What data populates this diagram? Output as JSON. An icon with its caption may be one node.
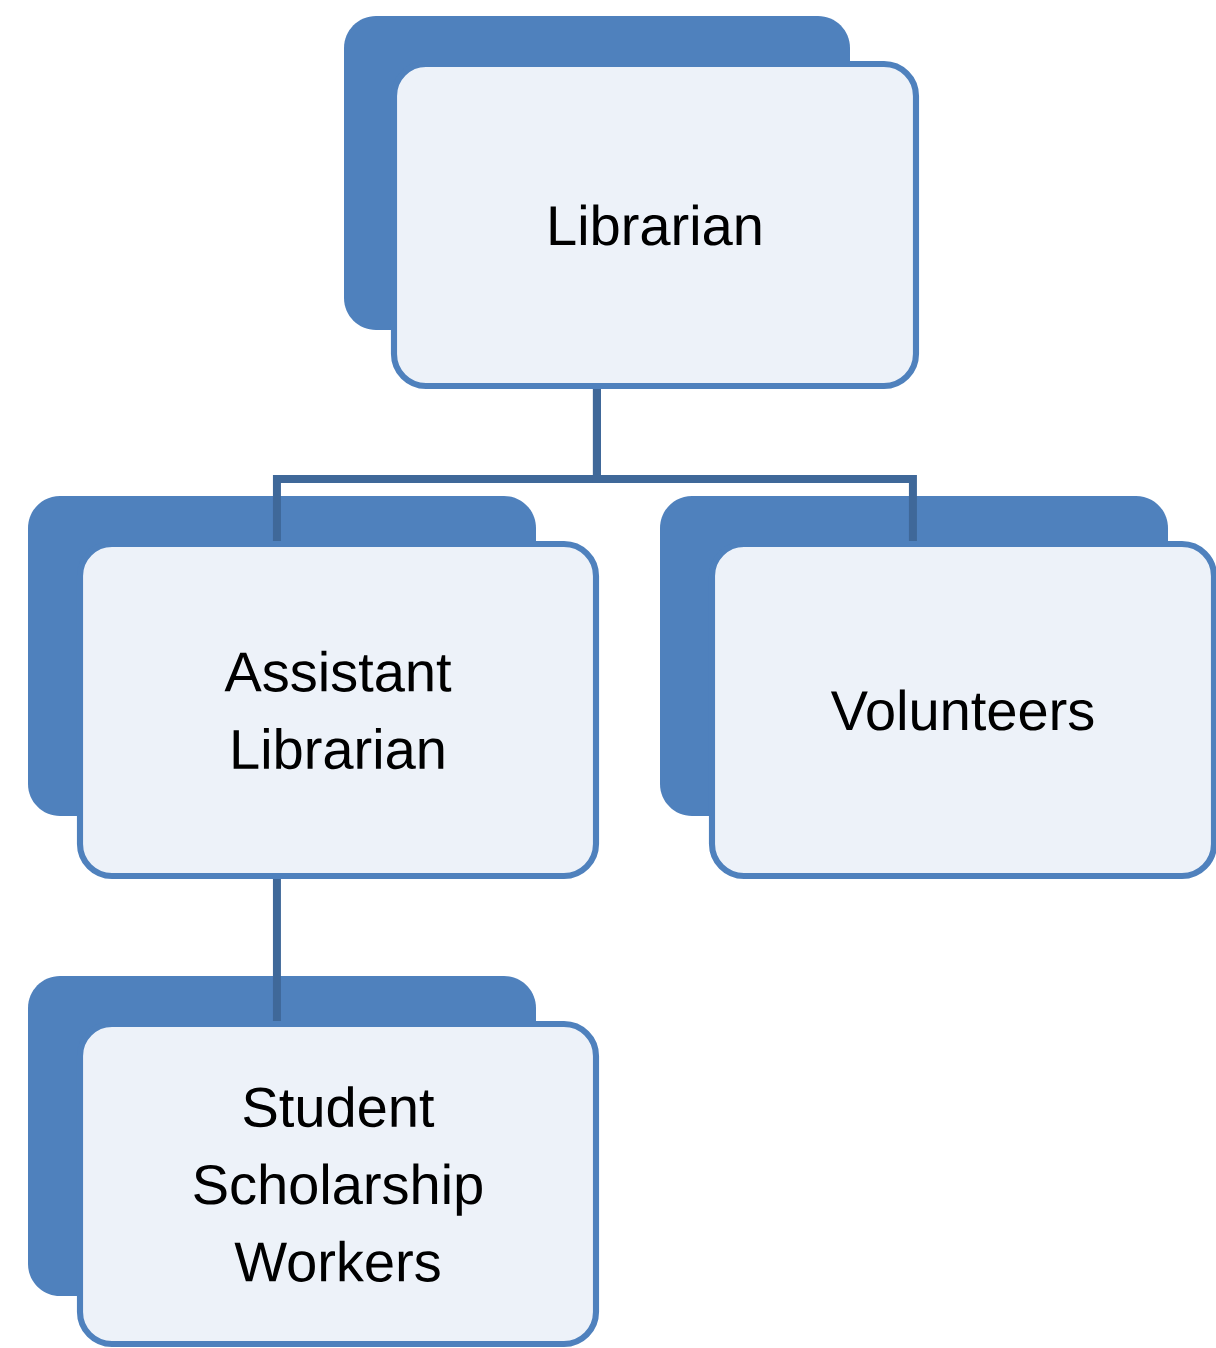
{
  "diagram": {
    "nodes": [
      {
        "text": [
          "Librarian"
        ]
      },
      {
        "text": [
          "Assistant Librarian"
        ]
      },
      {
        "text": [
          "Volunteers"
        ]
      },
      {
        "text": [
          "Student Scholarship Workers"
        ]
      }
    ],
    "edges": [
      {
        "from": 0,
        "to": 1,
        "arrow": "none"
      },
      {
        "from": 0,
        "to": 2,
        "arrow": "none"
      },
      {
        "from": 1,
        "to": 3,
        "arrow": "none"
      }
    ]
  }
}
